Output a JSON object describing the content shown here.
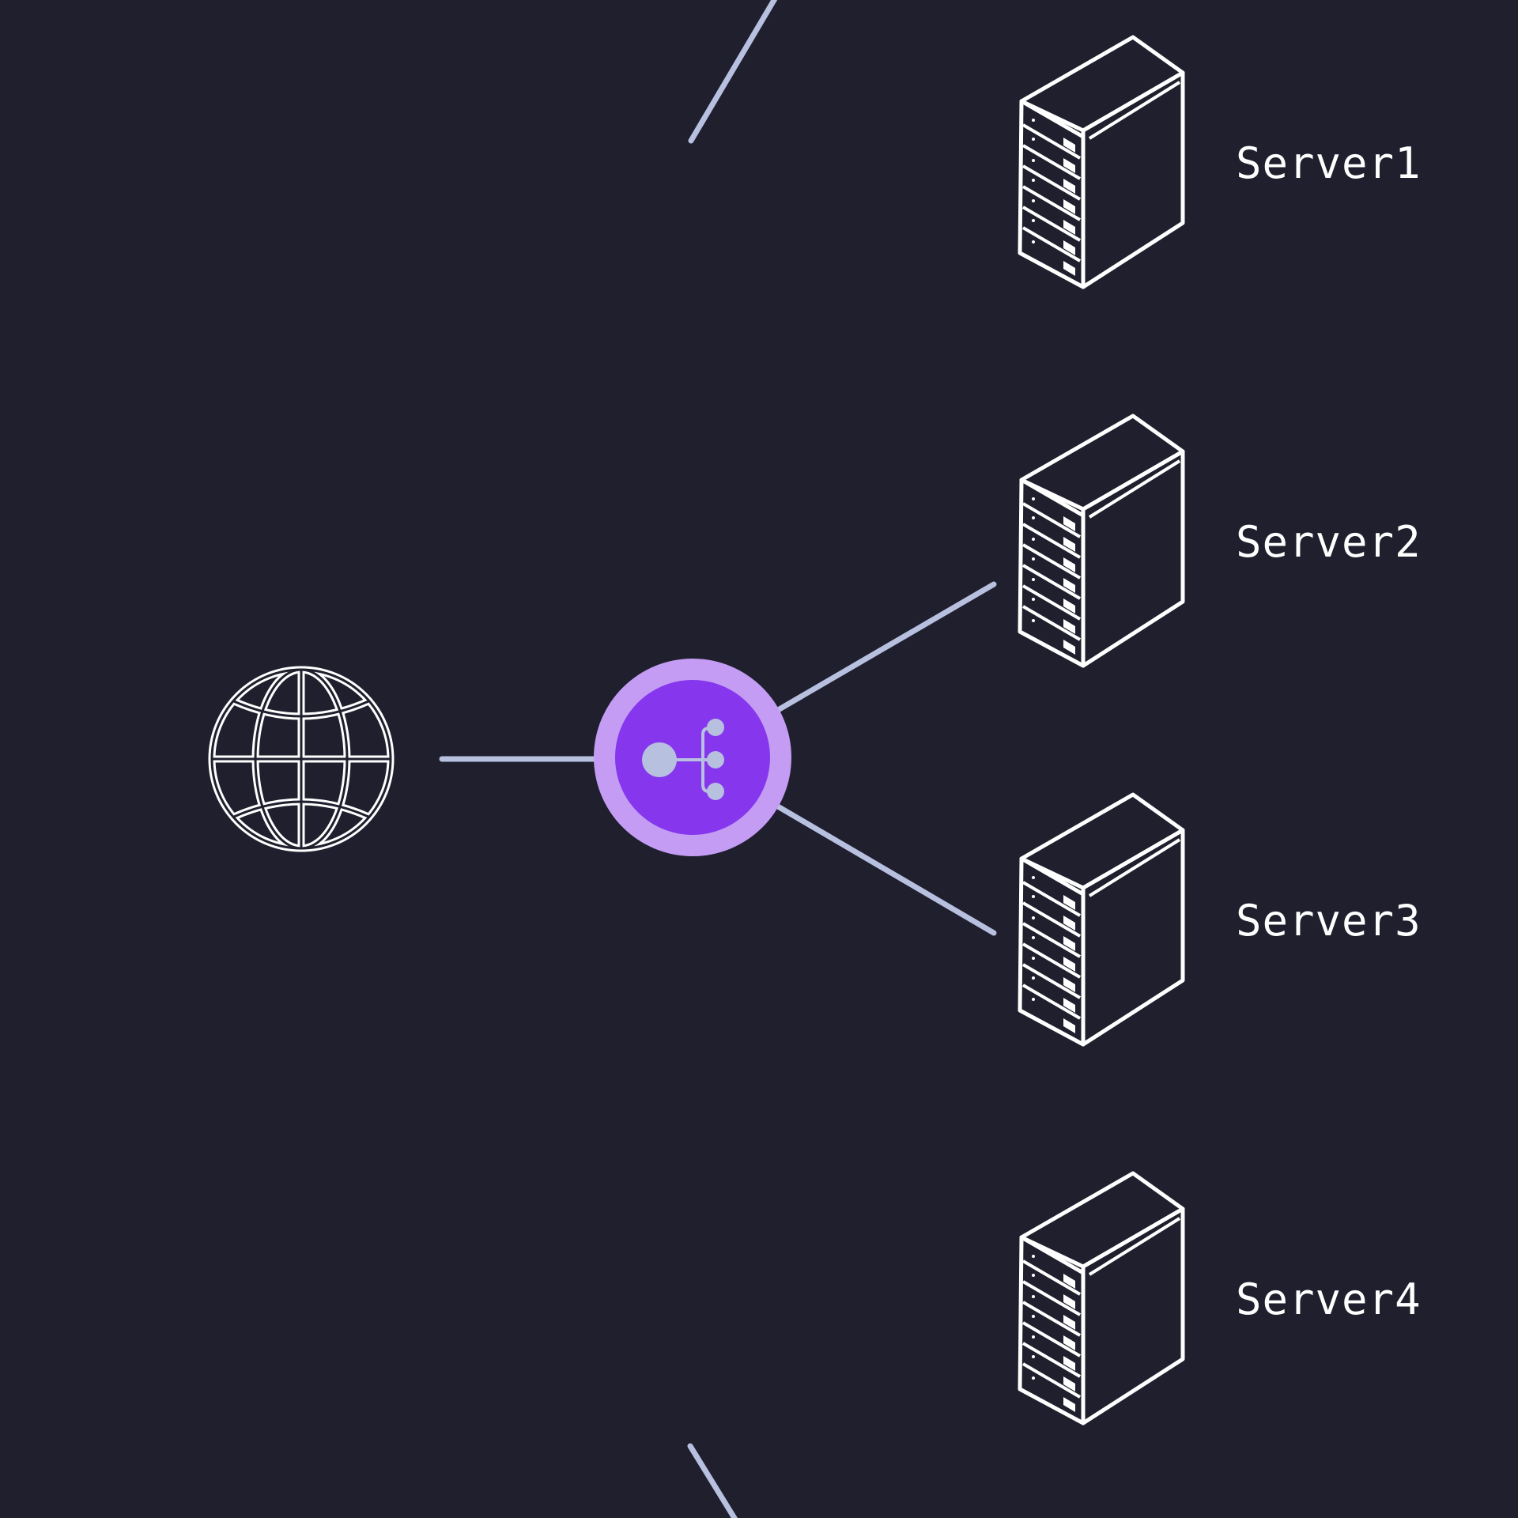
{
  "diagram": {
    "nodes": {
      "internet": {
        "icon": "globe-icon"
      },
      "load_balancer": {
        "icon": "load-balancer-icon"
      },
      "servers": [
        {
          "label": "Server1",
          "icon": "server-rack-icon"
        },
        {
          "label": "Server2",
          "icon": "server-rack-icon"
        },
        {
          "label": "Server3",
          "icon": "server-rack-icon"
        },
        {
          "label": "Server4",
          "icon": "server-rack-icon"
        }
      ]
    },
    "colors": {
      "background": "#1f1f2e",
      "edge": "#b8c0e0",
      "lb_outer": "#c49cf4",
      "lb_inner": "#8637ed",
      "icon_stroke": "#ffffff"
    }
  }
}
